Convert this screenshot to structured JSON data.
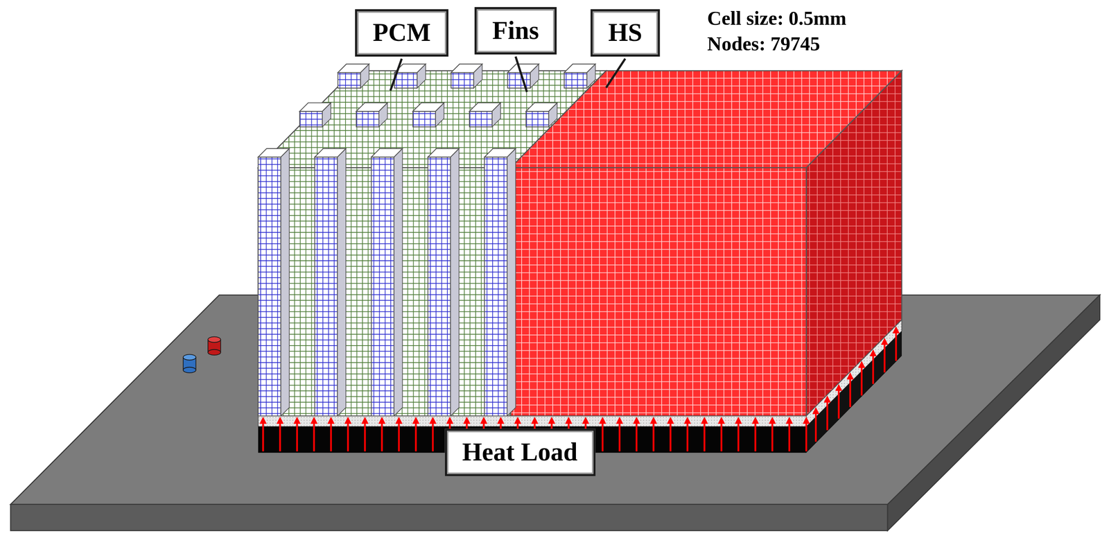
{
  "diagram": {
    "nodes": [
      {
        "text": [
          "PCM"
        ]
      },
      {
        "text": [
          "Fins"
        ]
      },
      {
        "text": [
          "HS"
        ]
      },
      {
        "text": [
          "Heat Load"
        ]
      }
    ],
    "labels": [
      "Cell size: 0.5mm",
      "Nodes: 79745"
    ]
  }
}
